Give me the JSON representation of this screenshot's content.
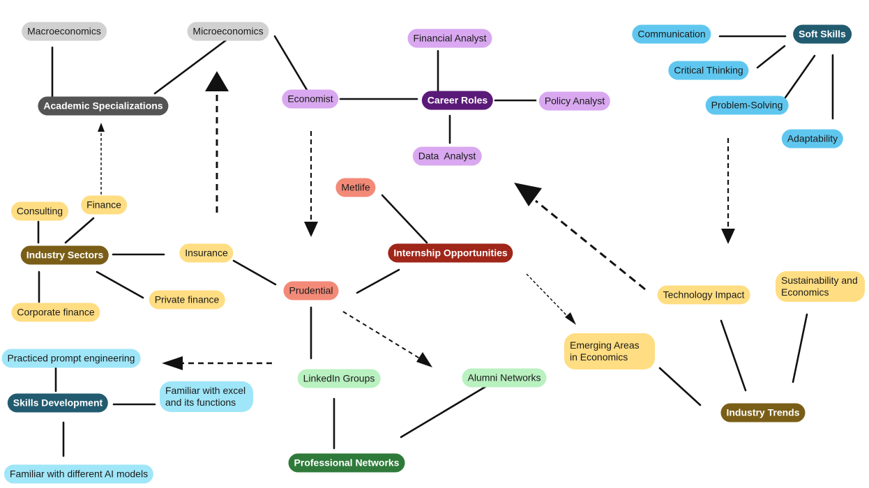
{
  "nodes": {
    "macroeconomics": "Macroeconomics",
    "microeconomics": "Microeconomics",
    "academic_specializations": "Academic Specializations",
    "financial_analyst": "Financial Analyst",
    "economist": "Economist",
    "career_roles": "Career Roles",
    "policy_analyst": "Policy Analyst",
    "data_analyst": "Data  Analyst",
    "communication": "Communication",
    "soft_skills": "Soft Skills",
    "critical_thinking": "Critical Thinking",
    "problem_solving": "Problem-Solving",
    "adaptability": "Adaptability",
    "metlife": "Metlife",
    "internship_opportunities": "Internship Opportunities",
    "consulting": "Consulting",
    "finance": "Finance",
    "industry_sectors": "Industry Sectors",
    "insurance": "Insurance",
    "prudential": "Prudential",
    "private_finance": "Private finance",
    "corporate_finance": "Corporate finance",
    "technology_impact": "Technology Impact",
    "sustainability_economics": "Sustainability and Economics",
    "emerging_areas": "Emerging Areas in Economics",
    "industry_trends": "Industry Trends",
    "practiced_prompt": "Practiced prompt engineering",
    "skills_development": "Skills Development",
    "familiar_excel": "Familiar with excel and its functions",
    "familiar_ai": "Familiar with different AI models",
    "linkedin_groups": "LinkedIn Groups",
    "alumni_networks": "Alumni Networks",
    "professional_networks": "Professional Networks"
  },
  "colors": {
    "gray": "#d1d1d1",
    "dark_gray_hub": "#545454",
    "purple": "#d9a8f0",
    "dark_purple_hub": "#5a1a78",
    "blue": "#5fc7ef",
    "dark_teal_hub": "#225b70",
    "light_blue": "#9fe6f8",
    "yellow": "#ffdd82",
    "olive_hub": "#7a5e17",
    "salmon": "#f38a78",
    "dark_red_hub": "#a0261a",
    "light_green": "#b9f1c0",
    "dark_green_hub": "#2f7a3a"
  }
}
